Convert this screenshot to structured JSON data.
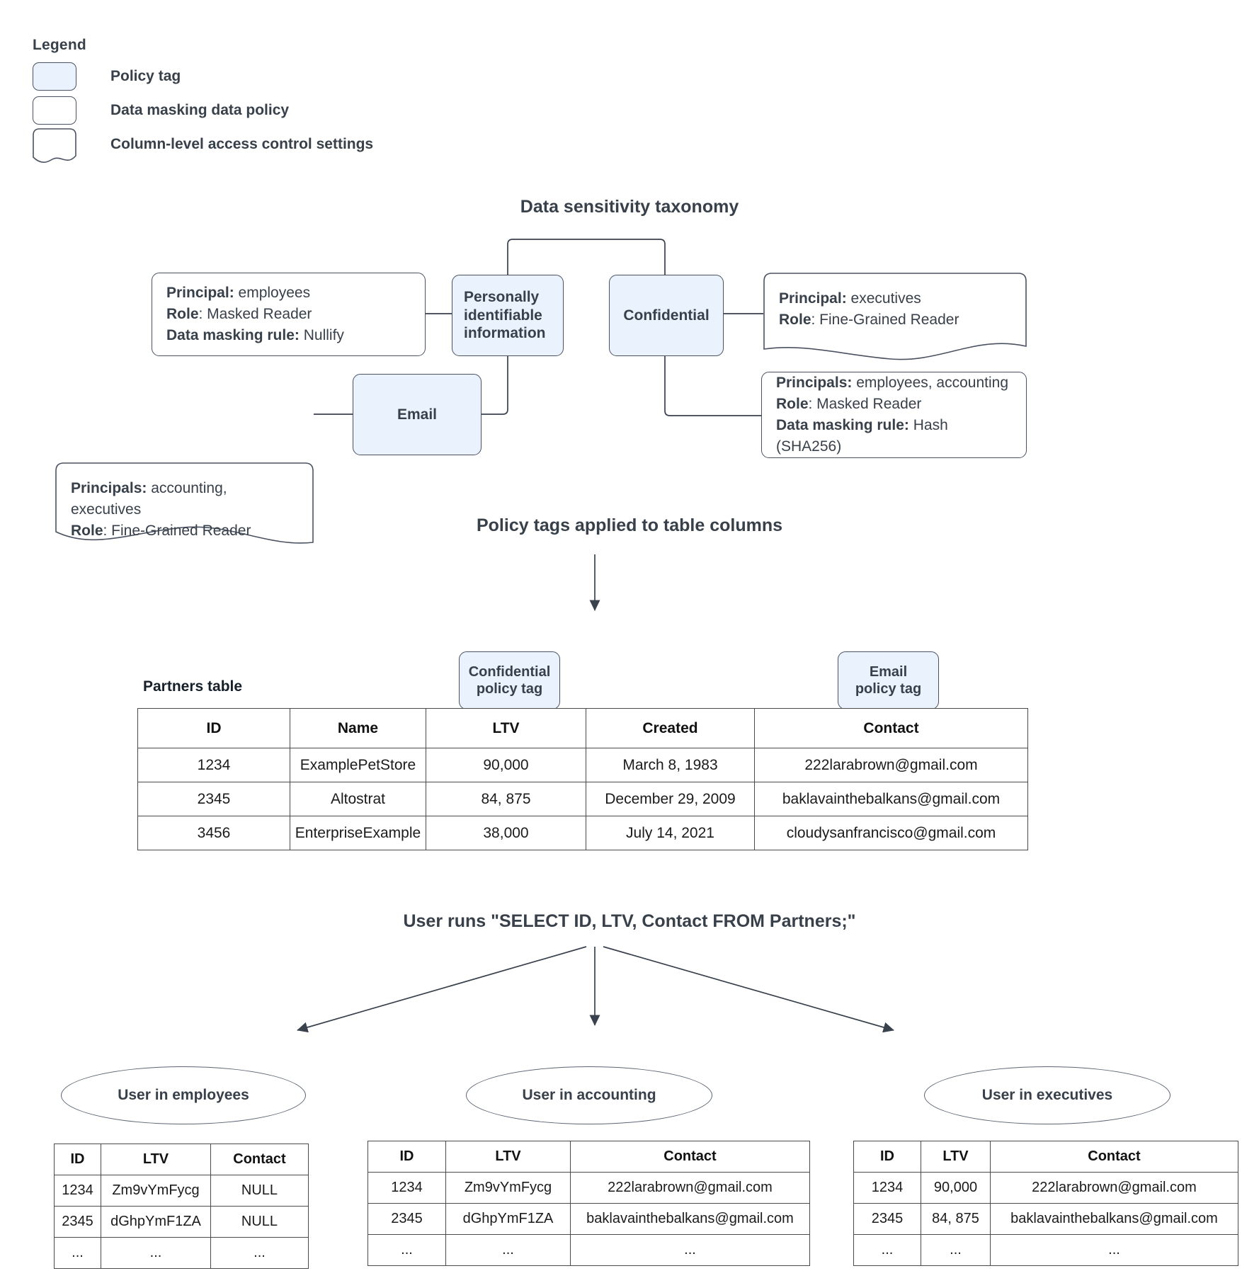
{
  "legend": {
    "title": "Legend",
    "items": [
      {
        "label": "Policy tag",
        "swatch": "policy-tag-swatch"
      },
      {
        "label": "Data masking data policy",
        "swatch": "data-masking-swatch"
      },
      {
        "label": "Column-level access control settings",
        "swatch": "column-access-swatch"
      }
    ]
  },
  "taxonomy": {
    "title": "Data sensitivity taxonomy",
    "tags": {
      "pii": "Personally\nidentifiable\ninformation",
      "pii_line1": "Personally",
      "pii_line2": "identifiable",
      "pii_line3": "information",
      "confidential": "Confidential",
      "email": "Email"
    },
    "policies": {
      "pii_masking": {
        "principal_label": "Principal:",
        "principal_value": " employees",
        "role_label": "Role",
        "role_value": ": Masked Reader",
        "rule_label": "Data masking rule:",
        "rule_value": " Nullify"
      },
      "email_access": {
        "principal_label": "Principals:",
        "principal_value": " accounting, executives",
        "role_label": "Role",
        "role_value": ": Fine-Grained Reader"
      },
      "confidential_access": {
        "principal_label": "Principal:",
        "principal_value": " executives",
        "role_label": "Role",
        "role_value": ": Fine-Grained Reader"
      },
      "confidential_masking": {
        "principal_label": "Principals:",
        "principal_value": " employees, accounting",
        "role_label": "Role",
        "role_value": ": Masked Reader",
        "rule_label": "Data masking rule:",
        "rule_value": " Hash (SHA256)"
      }
    }
  },
  "applied": {
    "title": "Policy tags applied to table columns",
    "table_caption": "Partners table",
    "tag_confidential_line1": "Confidential",
    "tag_confidential_line2": "policy tag",
    "tag_email_line1": "Email",
    "tag_email_line2": "policy tag",
    "columns": [
      "ID",
      "Name",
      "LTV",
      "Created",
      "Contact"
    ],
    "rows": [
      [
        "1234",
        "ExamplePetStore",
        "90,000",
        "March 8, 1983",
        "222larabrown@gmail.com"
      ],
      [
        "2345",
        "Altostrat",
        "84, 875",
        "December 29, 2009",
        "baklavainthebalkans@gmail.com"
      ],
      [
        "3456",
        "EnterpriseExample",
        "38,000",
        "July 14, 2021",
        "cloudysanfrancisco@gmail.com"
      ]
    ]
  },
  "query": {
    "title": "User runs \"SELECT ID, LTV, Contact FROM Partners;\""
  },
  "results": [
    {
      "persona": "User in employees",
      "columns": [
        "ID",
        "LTV",
        "Contact"
      ],
      "rows": [
        [
          "1234",
          "Zm9vYmFycg",
          "NULL"
        ],
        [
          "2345",
          "dGhpYmF1ZA",
          "NULL"
        ],
        [
          "...",
          "...",
          "..."
        ]
      ]
    },
    {
      "persona": "User in accounting",
      "columns": [
        "ID",
        "LTV",
        "Contact"
      ],
      "rows": [
        [
          "1234",
          "Zm9vYmFycg",
          "222larabrown@gmail.com"
        ],
        [
          "2345",
          "dGhpYmF1ZA",
          "baklavainthebalkans@gmail.com"
        ],
        [
          "...",
          "...",
          "..."
        ]
      ]
    },
    {
      "persona": "User in executives",
      "columns": [
        "ID",
        "LTV",
        "Contact"
      ],
      "rows": [
        [
          "1234",
          "90,000",
          "222larabrown@gmail.com"
        ],
        [
          "2345",
          "84, 875",
          "baklavainthebalkans@gmail.com"
        ],
        [
          "...",
          "...",
          "..."
        ]
      ]
    }
  ],
  "colors": {
    "policy_tag_fill": "#eaf2fd",
    "stroke": "#4a5261",
    "text": "#38404a",
    "table_stroke": "#4a4a4a"
  }
}
